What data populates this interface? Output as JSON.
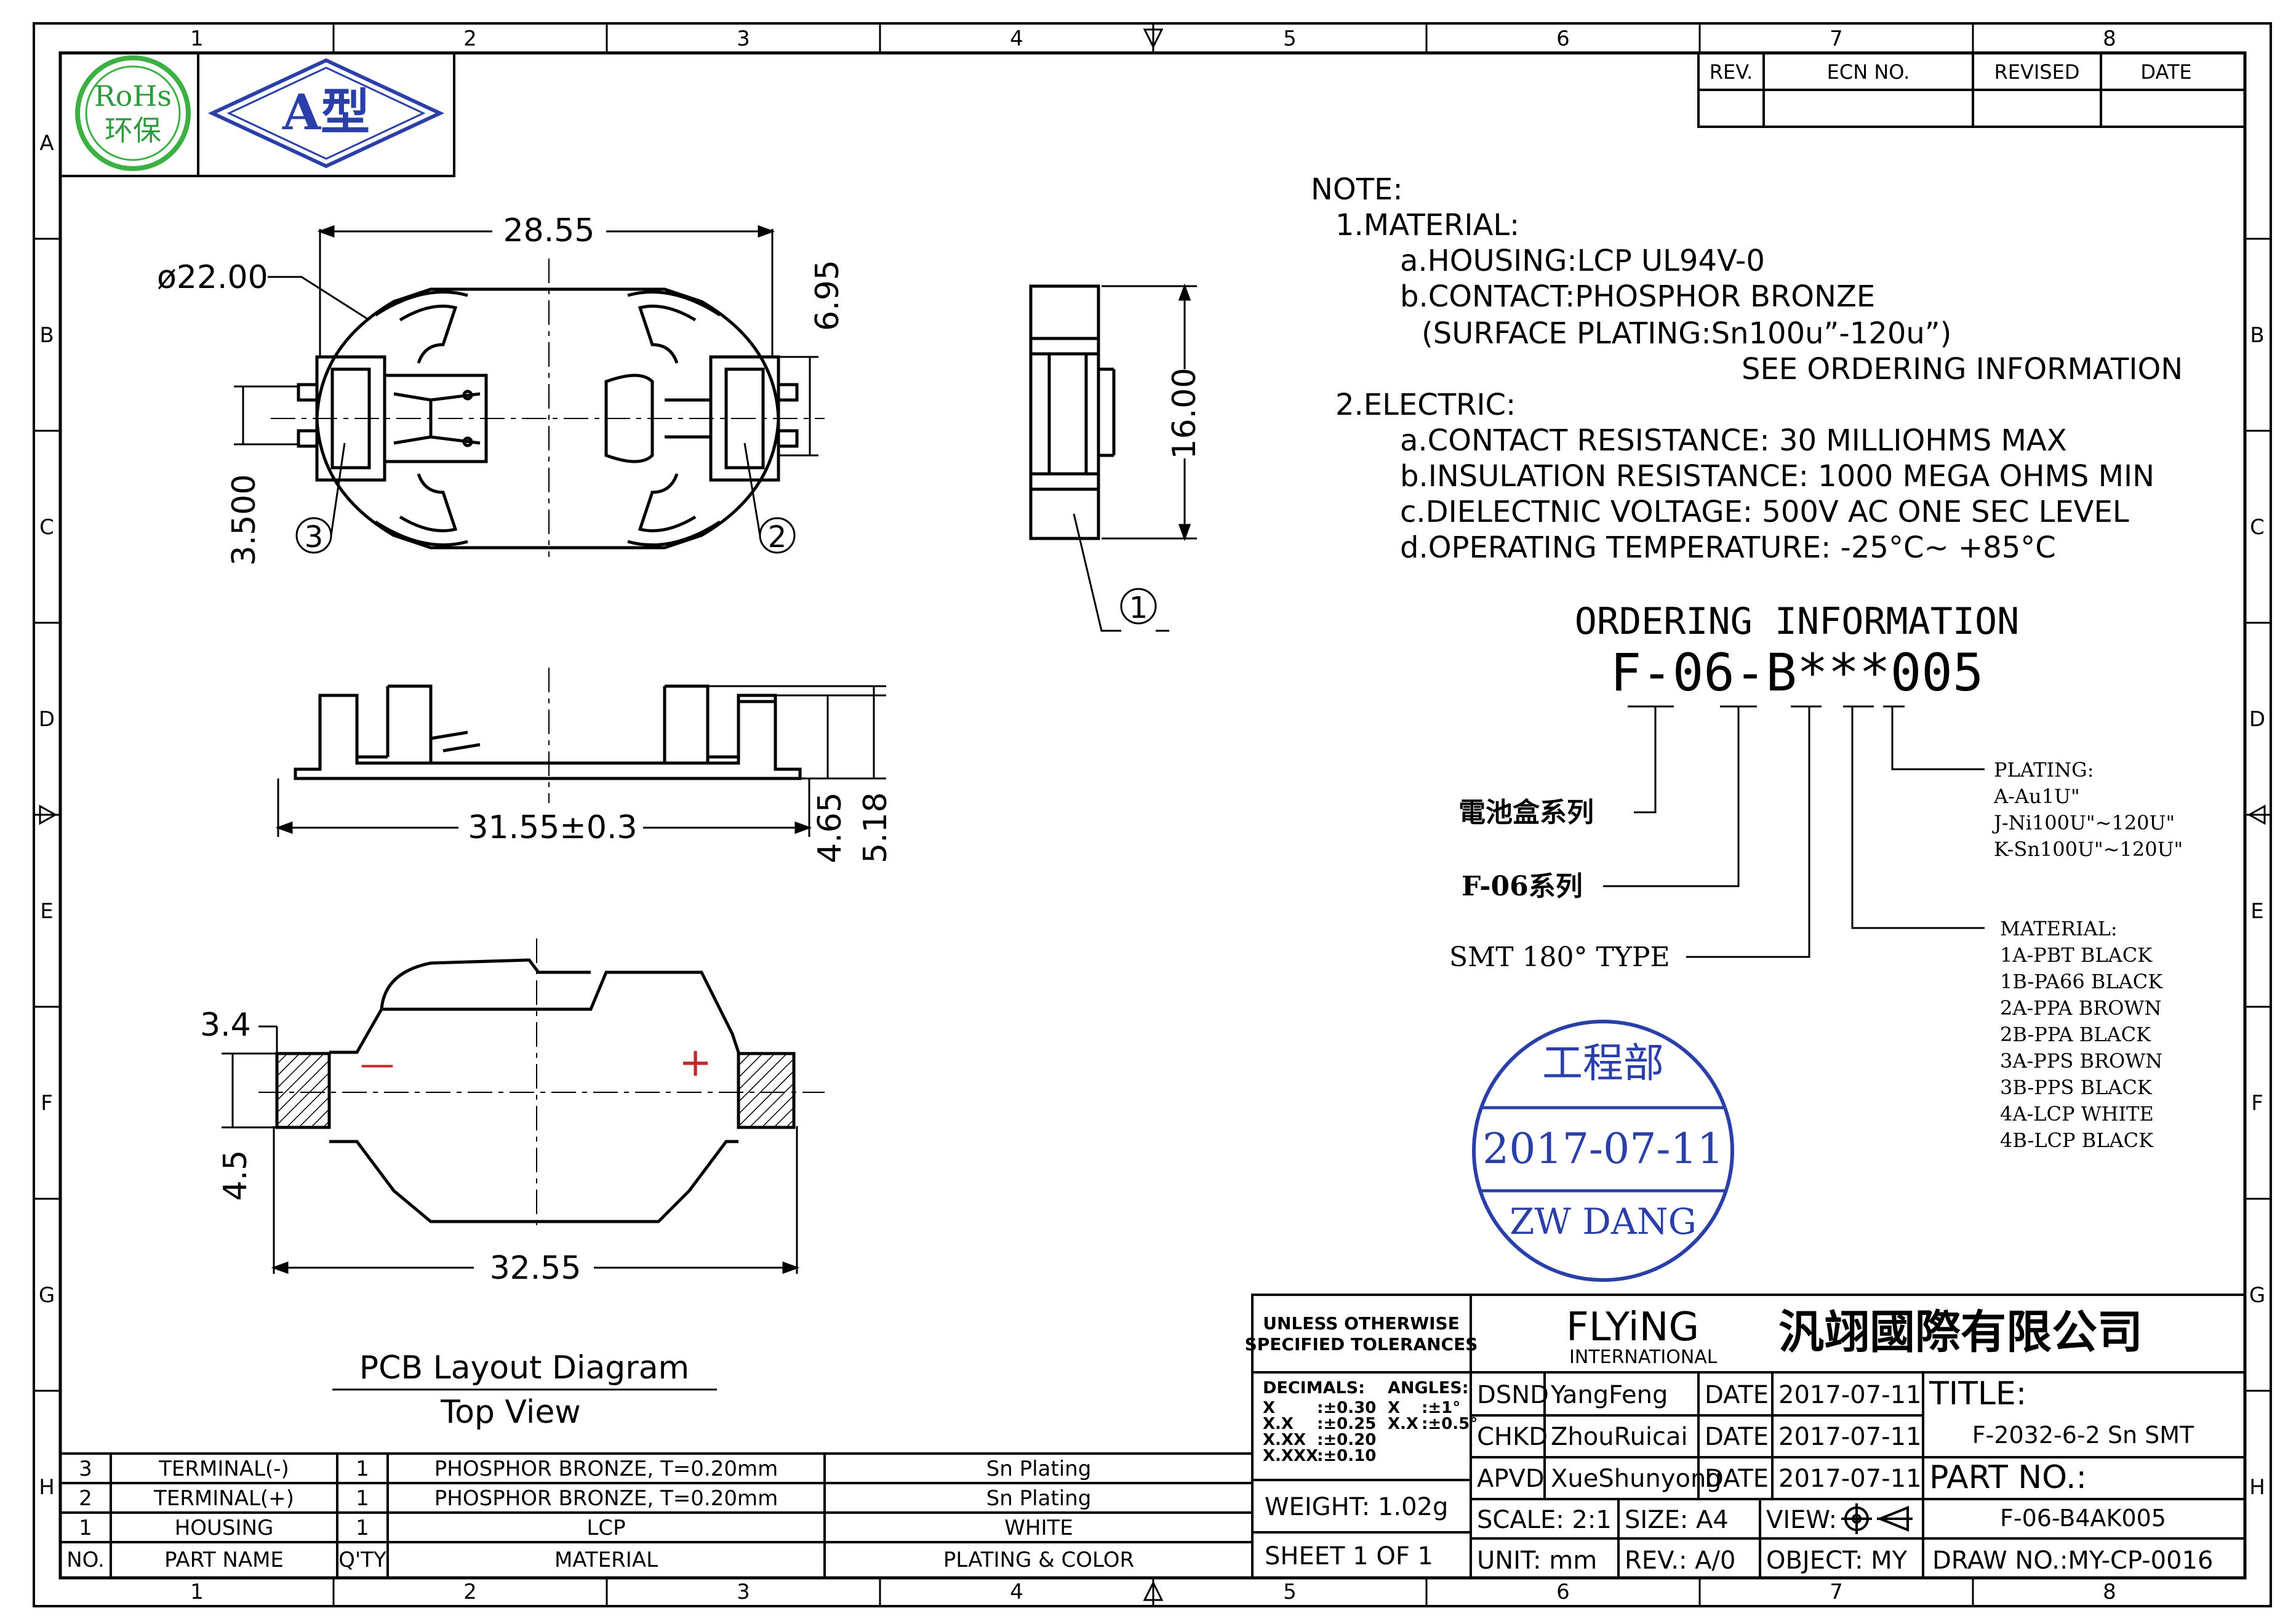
{
  "frame": {
    "col_labels": [
      "1",
      "2",
      "3",
      "4",
      "5",
      "6",
      "7",
      "8"
    ],
    "row_labels": [
      "A",
      "B",
      "C",
      "D",
      "E",
      "F",
      "G",
      "H"
    ]
  },
  "logos": {
    "rohs_line1": "RoHs",
    "rohs_line2": "环保",
    "type_badge": "A型"
  },
  "revision_block": {
    "headers": [
      "REV.",
      "ECN NO.",
      "REVISED",
      "DATE"
    ]
  },
  "notes": {
    "title": "NOTE:",
    "lines": [
      "1.MATERIAL:",
      "a.HOUSING:LCP UL94V-0",
      "b.CONTACT:PHOSPHOR BRONZE",
      "(SURFACE PLATING:Sn100u”-120u”)",
      "SEE ORDERING INFORMATION",
      "2.ELECTRIC:",
      "a.CONTACT RESISTANCE: 30 MILLIOHMS MAX",
      "b.INSULATION RESISTANCE: 1000 MEGA OHMS MIN",
      "c.DIELECTNIC VOLTAGE: 500V AC ONE SEC LEVEL",
      "d.OPERATING TEMPERATURE: -25°C~ +85°C"
    ]
  },
  "ordering": {
    "title": "ORDERING INFORMATION",
    "code": "F-06-B***005",
    "label_series_box": "電池盒系列",
    "label_series": "F-06系列",
    "label_type": "SMT 180°  TYPE",
    "plating_title": "PLATING:",
    "plating_items": [
      "A-Au1U\"",
      "J-Ni100U\"~120U\"",
      "K-Sn100U\"~120U\""
    ],
    "material_title": "MATERIAL:",
    "material_items": [
      "1A-PBT BLACK",
      "1B-PA66 BLACK",
      "2A-PPA BROWN",
      "2B-PPA BLACK",
      "3A-PPS BROWN",
      "3B-PPS BLACK",
      "4A-LCP WHITE",
      "4B-LCP BLACK"
    ]
  },
  "stamp": {
    "dept": "工程部",
    "date": "2017-07-11",
    "name": "ZW DANG"
  },
  "dimensions": {
    "top_width": "28.55",
    "diameter": "ø22.00",
    "right_offset": "6.95",
    "pin_pitch": "3.500",
    "side_height": "16.00",
    "front_width": "31.55±0.3",
    "front_h1": "4.65",
    "front_h2": "5.18",
    "pcb_pad_w": "3.4",
    "pcb_pad_h": "4.5",
    "pcb_width": "32.55",
    "callout_1": "1",
    "callout_2": "2",
    "callout_3": "3",
    "minus": "—",
    "plus": "+"
  },
  "pcb_caption": {
    "line1": "PCB Layout Diagram",
    "line2": "Top View"
  },
  "bom": {
    "headers": [
      "NO.",
      "PART NAME",
      "Q'TY",
      "MATERIAL",
      "PLATING & COLOR"
    ],
    "rows": [
      [
        "3",
        "TERMINAL(-)",
        "1",
        "PHOSPHOR BRONZE, T=0.20mm",
        "Sn Plating"
      ],
      [
        "2",
        "TERMINAL(+)",
        "1",
        "PHOSPHOR BRONZE, T=0.20mm",
        "Sn Plating"
      ],
      [
        "1",
        "HOUSING",
        "1",
        "LCP",
        "WHITE"
      ]
    ]
  },
  "title_block": {
    "tol_line1": "UNLESS OTHERWISE",
    "tol_line2": "SPECIFIED TOLERANCES",
    "decimals": "DECIMALS:",
    "angles": "ANGLES:",
    "tol_rows": [
      [
        "X",
        ":±0.30"
      ],
      [
        "X.X",
        ":±0.25"
      ],
      [
        "X.XX",
        ":±0.20"
      ],
      [
        "X.XXX",
        ":±0.10"
      ]
    ],
    "ang_rows": [
      [
        "X",
        ":±1°"
      ],
      [
        "X.X",
        ":±0.5°"
      ]
    ],
    "weight": "WEIGHT:  1.02g",
    "sheet": "SHEET  1  OF  1",
    "company_en": "FLYiNG",
    "company_en_sub": "INTERNATIONAL",
    "company_cn": "汎翊國際有限公司",
    "dsnd": "DSND",
    "dsnd_name": "YangFeng",
    "chkd": "CHKD",
    "chkd_name": "ZhouRuicai",
    "apvd": "APVD",
    "apvd_name": "XueShunyong",
    "date_label": "DATE",
    "date_value": "2017-07-11",
    "title_label": "TITLE:",
    "title_value": "F-2032-6-2 Sn SMT",
    "part_label": "PART  NO.:",
    "part_value": "F-06-B4AK005",
    "scale": "SCALE:  2:1",
    "size": "SIZE:  A4",
    "view": "VIEW:",
    "unit": "UNIT:  mm",
    "rev": "REV.:  A/0",
    "object": "OBJECT:  MY",
    "draw_no": "DRAW  NO.:MY-CP-0016"
  }
}
